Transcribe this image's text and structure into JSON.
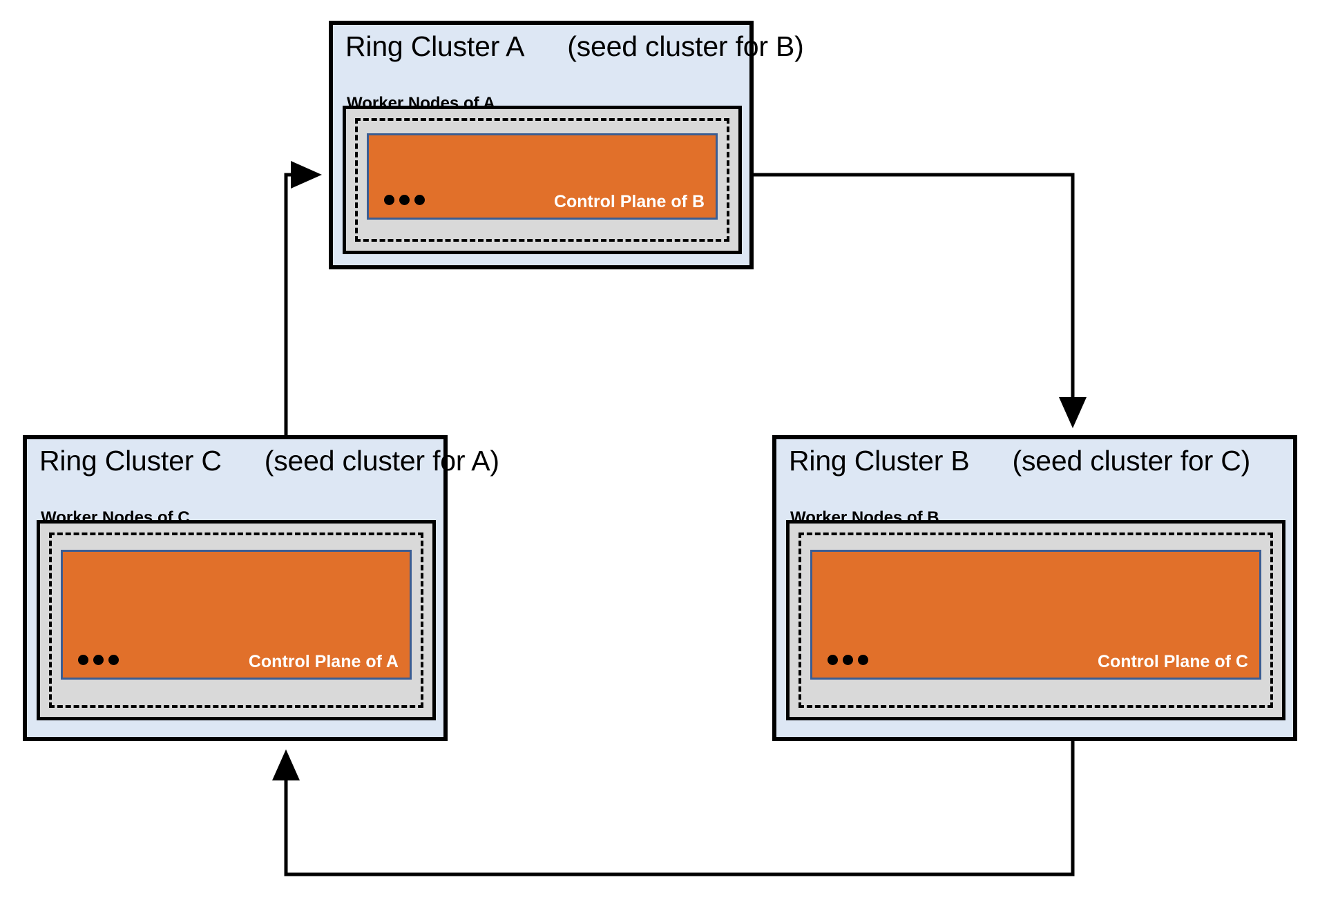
{
  "diagram": {
    "title_font_note": "",
    "colors": {
      "cluster_fill": "#dde7f4",
      "worker_band_fill": "#d9d9d9",
      "control_plane_fill": "#e1702a",
      "control_plane_border": "#3b5d93",
      "outline": "#000000",
      "control_plane_text": "#ffffff"
    },
    "clusters": [
      {
        "id": "A",
        "name": "Ring Cluster A",
        "seed_note": "(seed cluster for B)",
        "workers_label": "Worker Nodes of A",
        "control_plane_label": "Control Plane of B",
        "ellipsis": "•••"
      },
      {
        "id": "C",
        "name": "Ring Cluster C",
        "seed_note": "(seed cluster for A)",
        "workers_label": "Worker Nodes of C",
        "control_plane_label": "Control Plane of A",
        "ellipsis": "•••"
      },
      {
        "id": "B",
        "name": "Ring Cluster B",
        "seed_note": "(seed cluster for C)",
        "workers_label": "Worker Nodes of B",
        "control_plane_label": "Control Plane of C",
        "ellipsis": "•••"
      }
    ],
    "connections": [
      {
        "from": "A",
        "to": "B",
        "direction": "A-right to B-top"
      },
      {
        "from": "B",
        "to": "C",
        "direction": "B-bottom to C-bottom"
      },
      {
        "from": "C",
        "to": "A",
        "direction": "C-top to A-left"
      }
    ]
  }
}
